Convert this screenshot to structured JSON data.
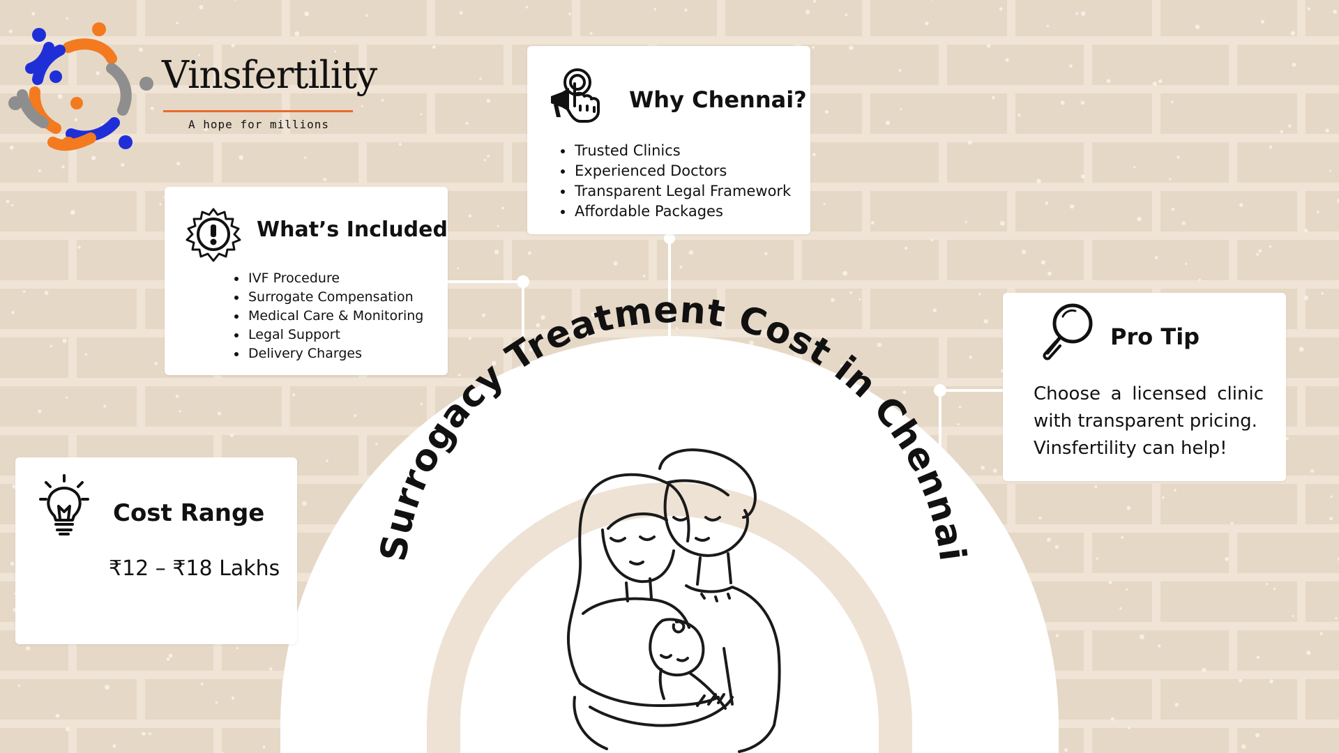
{
  "brand": {
    "name": "Vinsfertility",
    "tagline": "A hope for millions",
    "colors": {
      "blue": "#1f2fd8",
      "orange": "#f37a1f",
      "gray": "#8e8e8e",
      "underline": "#e8692c"
    }
  },
  "main_title": "Surrogacy Treatment Cost in Chennai",
  "why_chennai": {
    "title": "Why Chennai?",
    "icon": "touch-megaphone-icon",
    "items": [
      "Trusted Clinics",
      "Experienced Doctors",
      "Transparent Legal Framework",
      "Affordable Packages"
    ]
  },
  "whats_included": {
    "title": "What’s Included",
    "icon": "gear-exclamation-icon",
    "items": [
      "IVF Procedure",
      "Surrogate Compensation",
      "Medical Care & Monitoring",
      "Legal Support",
      "Delivery Charges"
    ]
  },
  "pro_tip": {
    "title": "Pro Tip",
    "icon": "magnifier-icon",
    "lines": [
      "Choose a licensed clinic",
      "with transparent pricing.",
      "Vinsfertility can help!"
    ]
  },
  "cost_range": {
    "title": "Cost Range",
    "icon": "lightbulb-icon",
    "value": "₹12 – ₹18 Lakhs"
  },
  "illustration": {
    "icon": "family-parents-baby-icon"
  },
  "colors": {
    "background": "#efe4d6",
    "brick": "#e6d8c6",
    "card": "#ffffff",
    "ring": "#eee2d4"
  }
}
